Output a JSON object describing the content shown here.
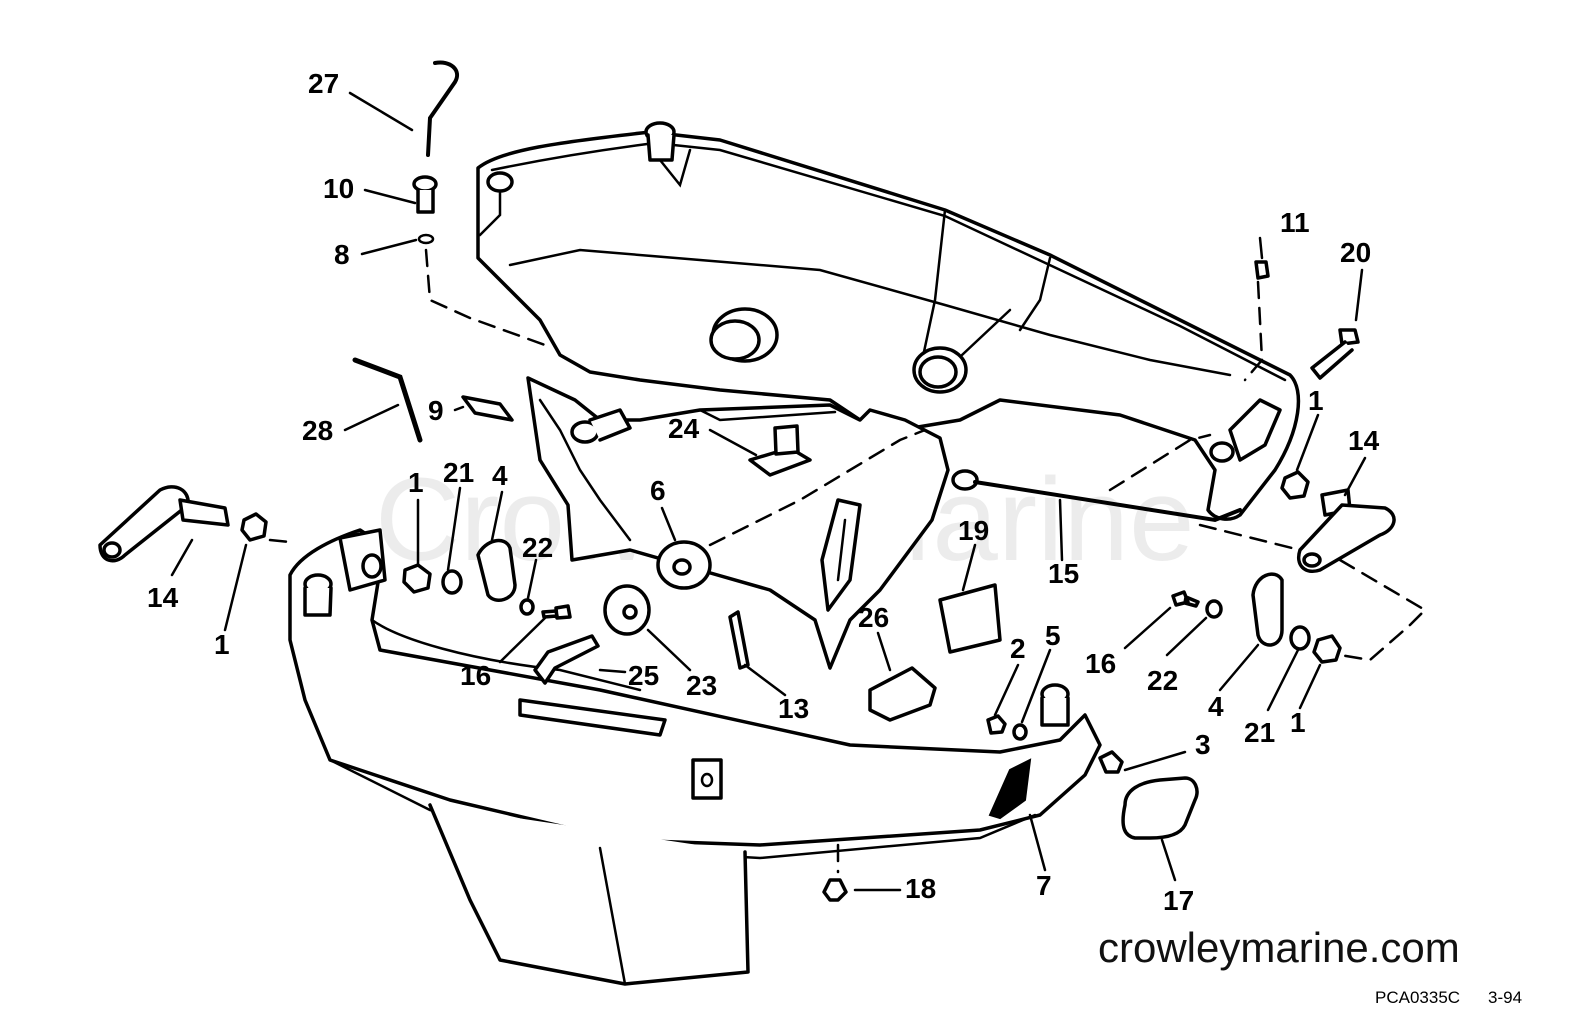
{
  "watermark_text": "Crowley Marine",
  "site_url": "crowleymarine.com",
  "drawing_code": "PCA0335C",
  "drawing_date": "3-94",
  "callouts": {
    "c27": "27",
    "c10": "10",
    "c8": "8",
    "c28": "28",
    "c9": "9",
    "c24": "24",
    "c11": "11",
    "c20": "20",
    "c1_right_upper": "1",
    "c14_right": "14",
    "c14_left": "14",
    "c1_left": "1",
    "c1_mid": "1",
    "c21_left": "21",
    "c4_left": "4",
    "c22_left": "22",
    "c6": "6",
    "c16_left": "16",
    "c25": "25",
    "c23": "23",
    "c13": "13",
    "c19": "19",
    "c26": "26",
    "c15": "15",
    "c2": "2",
    "c5": "5",
    "c16_right": "16",
    "c22_right": "22",
    "c4_right": "4",
    "c21_right": "21",
    "c1_right_lower": "1",
    "c3": "3",
    "c7": "7",
    "c17": "17",
    "c18": "18"
  }
}
